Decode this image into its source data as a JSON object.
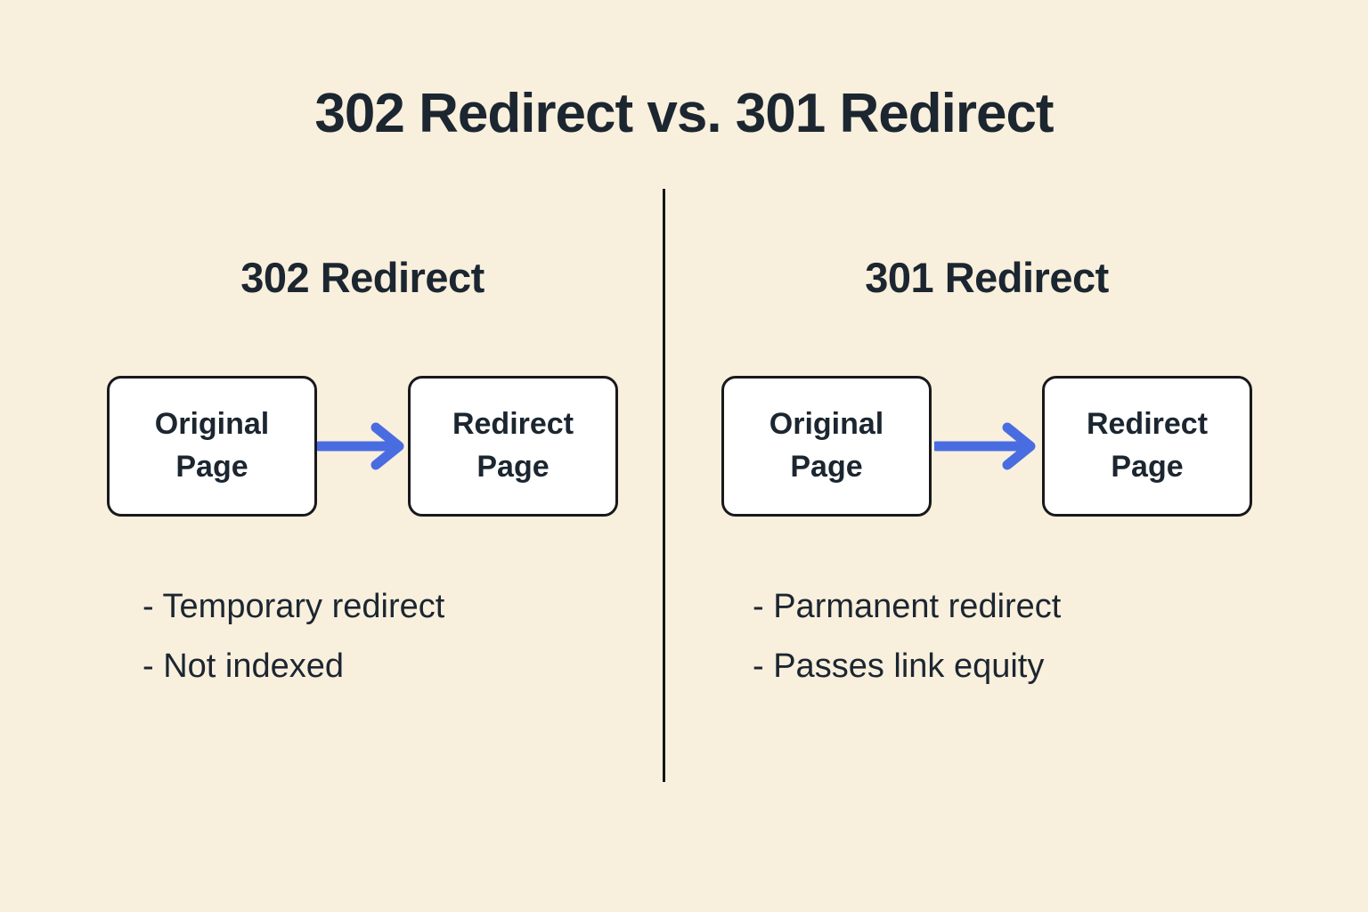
{
  "title": "302 Redirect vs. 301 Redirect",
  "colors": {
    "background": "#f8efdd",
    "text": "#1c2630",
    "box-bg": "#ffffff",
    "box-border": "#17191c",
    "arrow": "#4a6ce1",
    "divider": "#141618"
  },
  "columns": [
    {
      "heading": "302 Redirect",
      "flow": {
        "from": "Original\nPage",
        "to": "Redirect\nPage",
        "arrow_icon": "arrow-right-icon"
      },
      "bullets": [
        "- Temporary redirect",
        "- Not indexed"
      ]
    },
    {
      "heading": "301 Redirect",
      "flow": {
        "from": "Original\nPage",
        "to": "Redirect\nPage",
        "arrow_icon": "arrow-right-icon"
      },
      "bullets": [
        "- Parmanent redirect",
        "- Passes link equity"
      ]
    }
  ]
}
